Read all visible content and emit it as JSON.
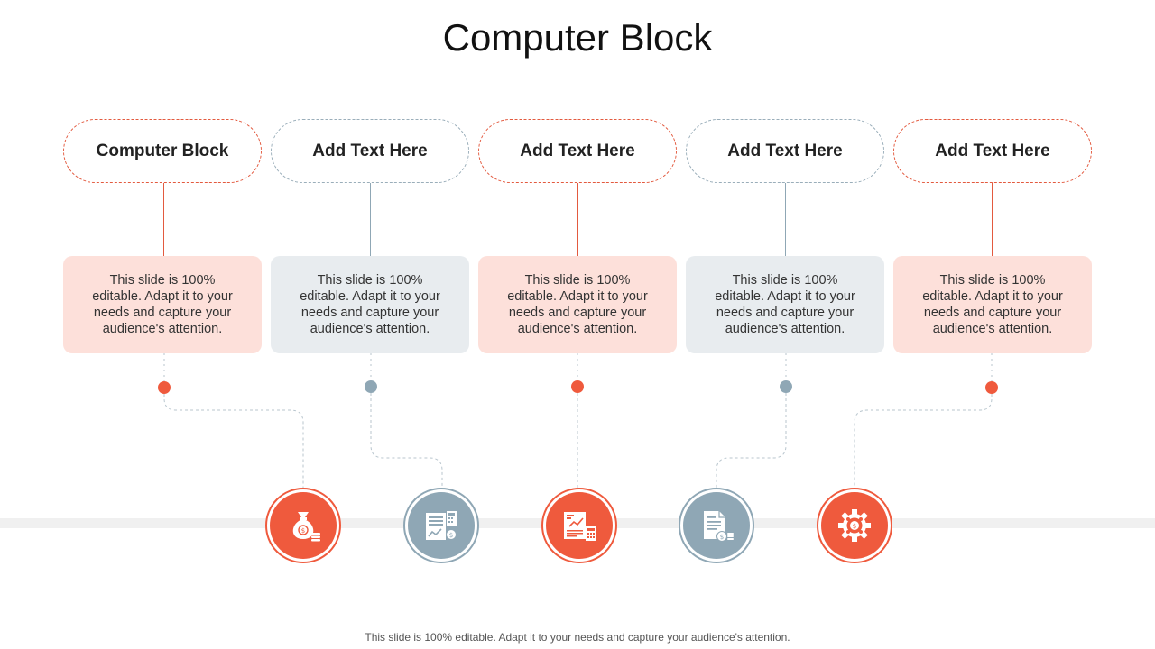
{
  "title": "Computer Block",
  "colors": {
    "accent": "#ef5a3d",
    "secondary": "#8fa7b5",
    "accent_fill": "#fde0da",
    "secondary_fill": "#e8ecef"
  },
  "steps": [
    {
      "heading": "Computer Block",
      "text": "This slide is 100% editable. Adapt it to your needs and capture your audience's attention.",
      "icon": "money-bag-icon"
    },
    {
      "heading": "Add Text Here",
      "text": "This slide is 100% editable. Adapt it to your needs and capture your audience's attention.",
      "icon": "financial-report-icon"
    },
    {
      "heading": "Add Text Here",
      "text": "This slide is 100% editable. Adapt it to your needs and capture your audience's attention.",
      "icon": "sales-chart-calculator-icon"
    },
    {
      "heading": "Add Text Here",
      "text": "This slide is 100% editable. Adapt it to your needs and capture your audience's attention.",
      "icon": "invoice-coins-icon"
    },
    {
      "heading": "Add Text Here",
      "text": "This slide is 100% editable. Adapt it to your needs and capture your audience's attention.",
      "icon": "money-gear-icon"
    }
  ],
  "footer": "This slide is 100% editable. Adapt it to your needs and capture your audience's attention."
}
